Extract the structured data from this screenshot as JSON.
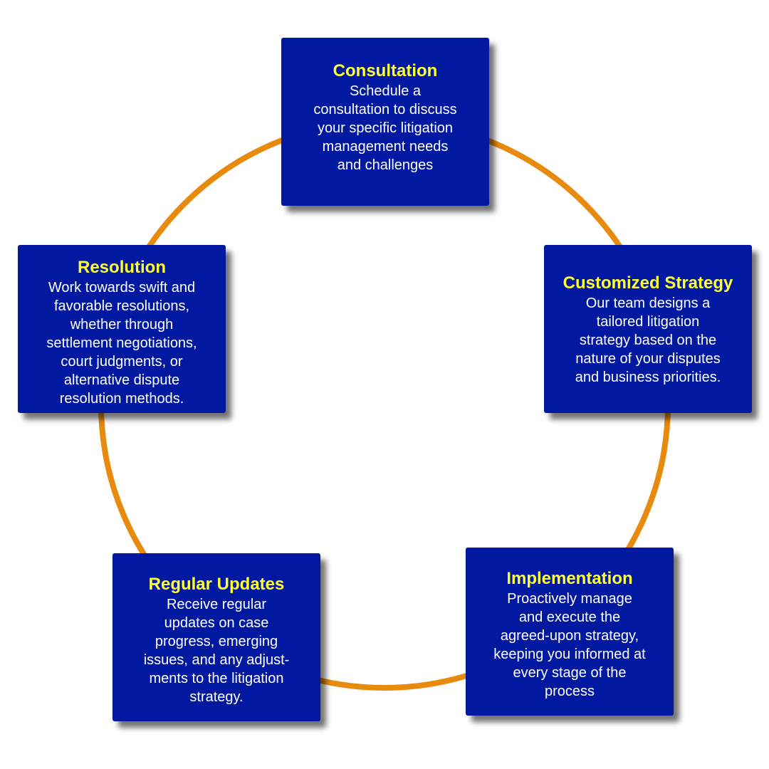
{
  "colors": {
    "ring": "#e88a0e",
    "box_fill": "#0019a0",
    "title": "#ffff33",
    "body_text": "#ffffff",
    "background": "#ffffff"
  },
  "steps": [
    {
      "title": "Consultation",
      "body": "Schedule a\nconsultation to discuss\nyour specific litigation\nmanagement needs\nand challenges"
    },
    {
      "title": "Customized Strategy",
      "body": "Our team designs a\ntailored litigation\nstrategy based on the\nnature of your disputes\nand business priorities."
    },
    {
      "title": "Implementation",
      "body": "Proactively manage\nand execute the\nagreed-upon strategy,\nkeeping you informed at\nevery stage of the\nprocess"
    },
    {
      "title": "Regular Updates",
      "body": "Receive regular\nupdates on case\nprogress, emerging\nissues, and any adjust-\nments to the litigation\nstrategy."
    },
    {
      "title": "Resolution",
      "body": "Work towards swift and\nfavorable resolutions,\nwhether through\nsettlement negotiations,\ncourt judgments, or\nalternative dispute\nresolution methods."
    }
  ]
}
